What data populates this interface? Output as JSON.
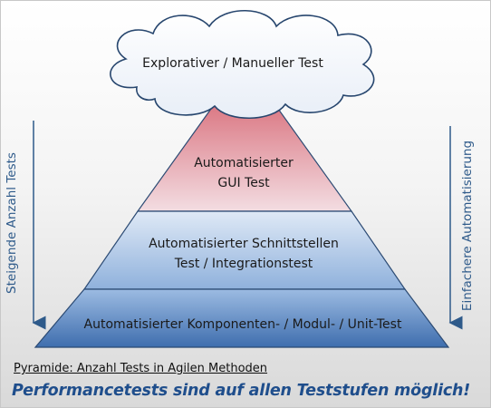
{
  "diagram": {
    "cloud_label": "Explorativer / Manueller Test",
    "levels": [
      {
        "line1": "Automatisierter",
        "line2": "GUI Test"
      },
      {
        "line1": "Automatisierter Schnittstellen",
        "line2": "Test / Integrationstest"
      },
      {
        "line1": "Automatisierter Komponenten- / Modul- / Unit-Test",
        "line2": ""
      }
    ],
    "left_arrow_label": "Steigende Anzahl Tests",
    "right_arrow_label": "Einfachere Automatisierung"
  },
  "caption": "Pyramide: Anzahl Tests in Agilen Methoden",
  "headline": "Performancetests sind auf allen Teststufen möglich!",
  "colors": {
    "top_tier": "#d97b86",
    "middle_tier": "#9dbbe0",
    "bottom_tier": "#4f7fbd",
    "outline": "#2b4a73",
    "arrow": "#2e5a8a",
    "headline": "#1f4e8c"
  }
}
